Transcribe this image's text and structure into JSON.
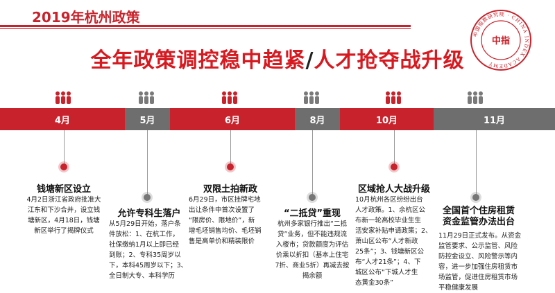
{
  "header": {
    "year_title": "2019年杭州政策",
    "main_title_left": "全年政策调控稳中趋紧",
    "main_title_slash": "/",
    "main_title_right": "人才抢夺战升级"
  },
  "logo": {
    "description": "seal",
    "ring_text": "中国指数研究院 · CHINA INDEX ACADEMY",
    "center_text": "中指",
    "color": "#c8232c"
  },
  "colors": {
    "accent": "#c8232c",
    "gray": "#6e6e6e"
  },
  "timeline": [
    {
      "month": "4月",
      "color": "red",
      "title": "钱塘新区设立",
      "text": "4月2日浙江省政府批准大\n江东和下沙合并，设立钱\n塘新区，4月18日，钱塘\n新区举行了揭牌仪式"
    },
    {
      "month": "5月",
      "color": "gray",
      "title": "允许专科生落户",
      "text": "从5月29日开始，落户条\n件放松：1、在杭工作，\n社保缴纳1月以上即已经\n到账；2、专科35周岁以\n下，本科45周岁以下；3、\n全日制大专、本科学历"
    },
    {
      "month": "6月",
      "color": "red",
      "title": "双限土拍新政",
      "text": "6月29日，市区挂牌宅地\n出让条件中首次设置了\n“限房价、限地价”，新\n增毛坯销售均价、毛坯销\n售是高单价和精装限价"
    },
    {
      "month": "8月",
      "color": "gray",
      "title": "“二抵贷”重现",
      "text": "杭州多家银行推出“二抵\n贷”业务，但不能违规流\n入楼市；贷款额度为评估\n价乘以折扣（基本上住宅\n7折、商业5折）再减去按\n揭余额"
    },
    {
      "month": "10月",
      "color": "red",
      "title": "区域抢人大战升级",
      "text": "10月杭州各区纷纷出台\n人才政策。1、余杭区公\n布新一轮高校毕业生生\n活安家补贴申请政策；2、\n萧山区公布“人才新政\n25条”；3、钱塘新区公\n布“人才21条”；4、下\n城区公布“下城人才生\n态黄金30条”"
    },
    {
      "month": "11月",
      "color": "gray",
      "title": "全国首个住房租赁\n资金监管办法出台",
      "text": "11月29日正式发布。从资金\n监管要求、公示监管、风险\n防控金设立、风险警示等内\n容，进一步加强住房租赁市\n场监管，促进住房租赁市场\n平稳健康发展"
    }
  ]
}
